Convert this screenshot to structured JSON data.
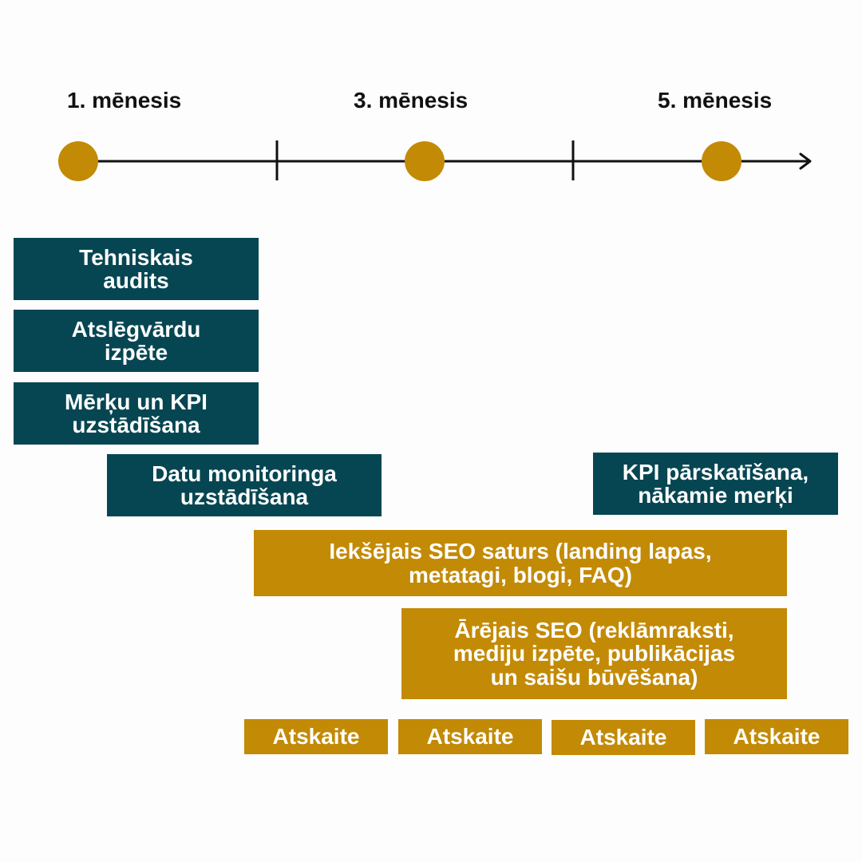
{
  "colors": {
    "teal": "#064652",
    "gold": "#c38a05",
    "axis": "#111111"
  },
  "months": [
    {
      "label": "1. mēnesis"
    },
    {
      "label": "3. mēnesis"
    },
    {
      "label": "5. mēnesis"
    }
  ],
  "tasks": {
    "technical_audit": "Tehniskais\naudits",
    "keyword_research": "Atslēgvārdu\nizpēte",
    "goals_kpi": "Mērķu un KPI\nuzstādīšana",
    "data_monitoring": "Datu monitoringa\nuzstādīšana",
    "kpi_review": "KPI pārskatīšana,\nnākamie merķi",
    "internal_seo": "Iekšējais SEO saturs (landing lapas,\nmetatagi, blogi, FAQ)",
    "external_seo": "Ārējais SEO (reklāmraksti,\nmediju izpēte, publikācijas\nun saišu būvēšana)"
  },
  "reports": [
    {
      "label": "Atskaite"
    },
    {
      "label": "Atskaite"
    },
    {
      "label": "Atskaite"
    },
    {
      "label": "Atskaite"
    }
  ]
}
